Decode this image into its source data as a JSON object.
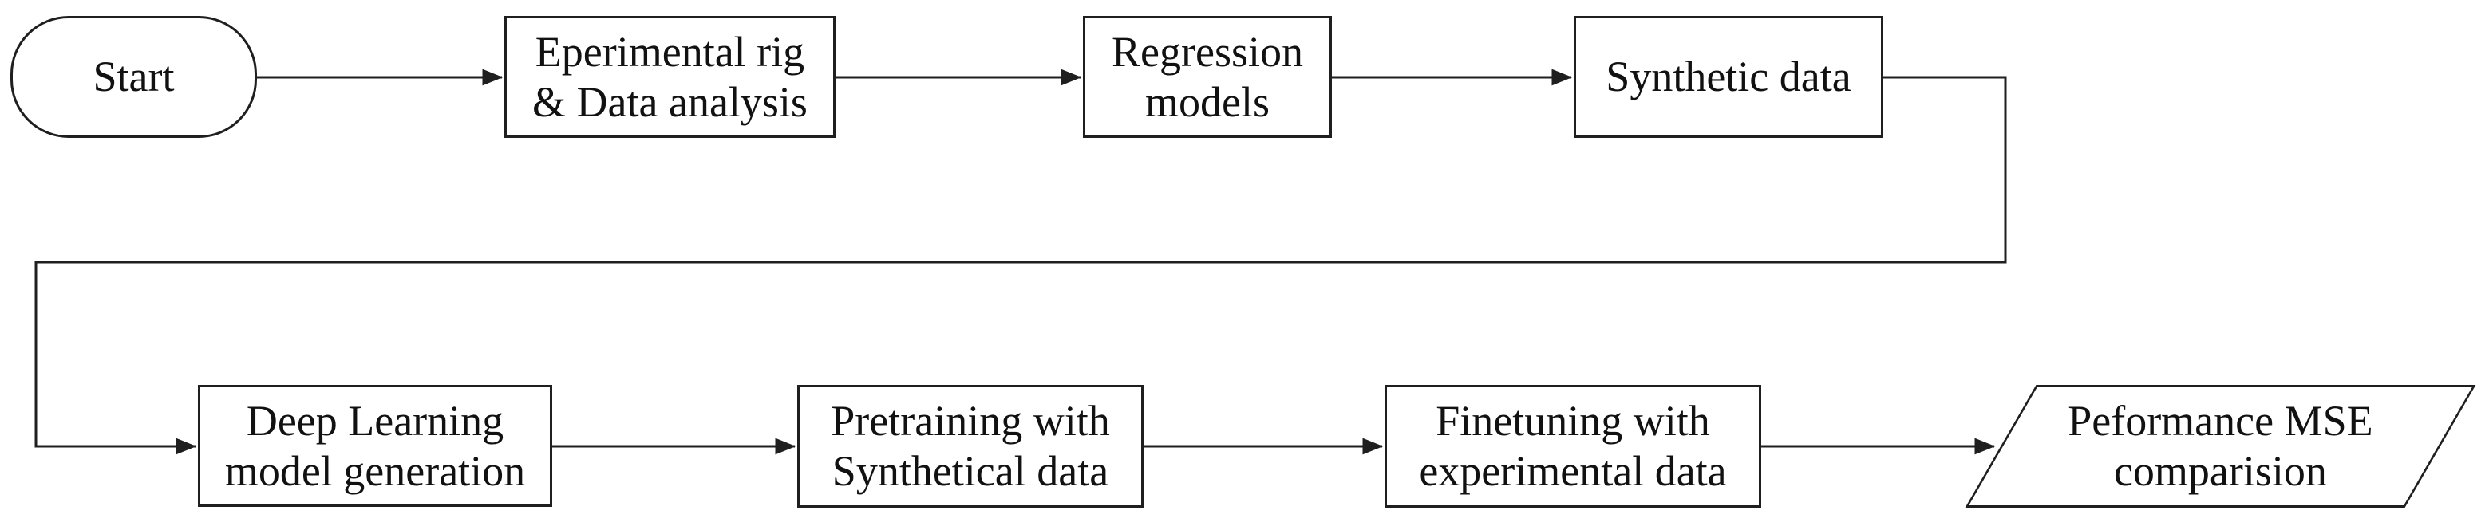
{
  "diagram": {
    "type": "flowchart",
    "background_color": "#ffffff",
    "stroke_color": "#1f1f1f",
    "nodes": {
      "start": {
        "label": "Start",
        "shape": "stadium"
      },
      "rig": {
        "label": "Eperimental rig\n& Data analysis",
        "shape": "process"
      },
      "regression": {
        "label": "Regression\nmodels",
        "shape": "process"
      },
      "synthetic": {
        "label": "Synthetic data",
        "shape": "process"
      },
      "deep": {
        "label": "Deep Learning\nmodel generation",
        "shape": "process"
      },
      "pretraining": {
        "label": "Pretraining with\nSynthetical data",
        "shape": "process"
      },
      "finetuning": {
        "label": "Finetuning with\nexperimental data",
        "shape": "process"
      },
      "performance": {
        "label": "Peformance MSE\ncomparision",
        "shape": "parallelogram"
      }
    },
    "edges": [
      {
        "from": "start",
        "to": "rig"
      },
      {
        "from": "rig",
        "to": "regression"
      },
      {
        "from": "regression",
        "to": "synthetic"
      },
      {
        "from": "synthetic",
        "to": "deep"
      },
      {
        "from": "deep",
        "to": "pretraining"
      },
      {
        "from": "pretraining",
        "to": "finetuning"
      },
      {
        "from": "finetuning",
        "to": "performance"
      }
    ]
  }
}
